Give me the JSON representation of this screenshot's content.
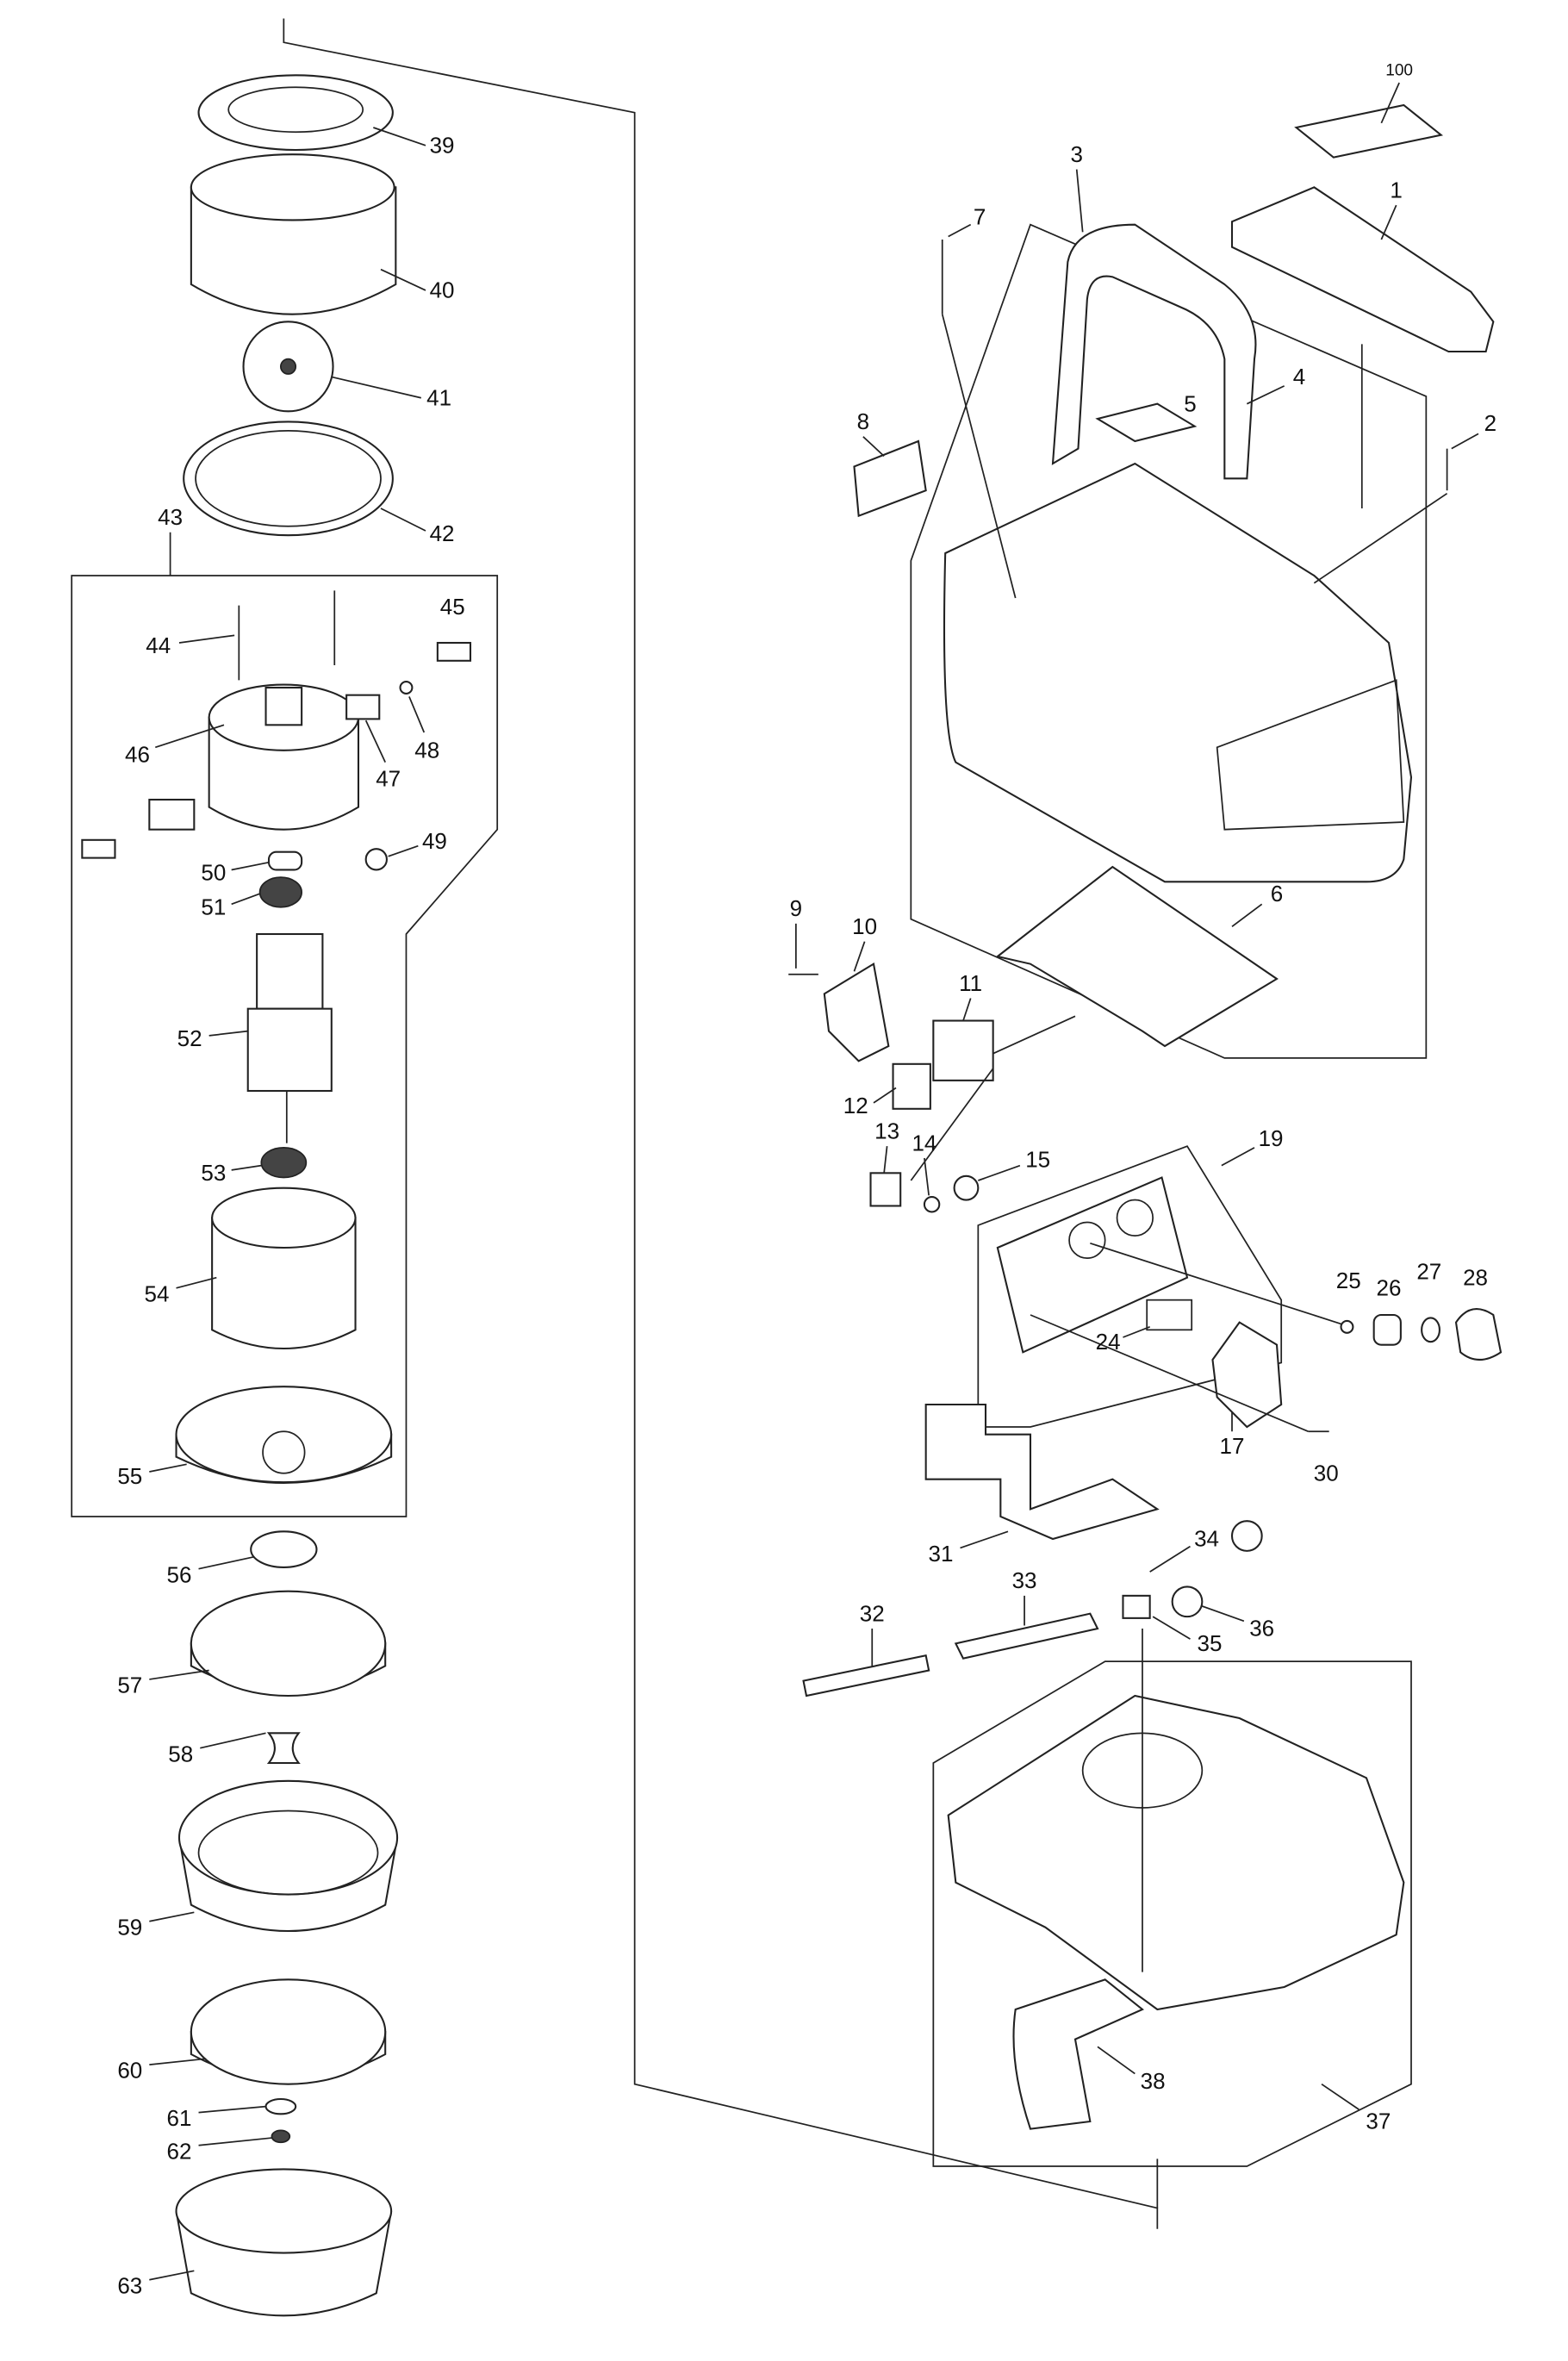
{
  "diagram": {
    "type": "exploded parts diagram",
    "line_color": "#222222",
    "part_labels": [
      "100",
      "1",
      "2",
      "3",
      "4",
      "5",
      "6",
      "7",
      "8",
      "9",
      "10",
      "11",
      "12",
      "13",
      "14",
      "15",
      "17",
      "19",
      "24",
      "25",
      "26",
      "27",
      "28",
      "30",
      "31",
      "32",
      "33",
      "34",
      "35",
      "36",
      "37",
      "38",
      "39",
      "40",
      "41",
      "42",
      "43",
      "44",
      "45",
      "46",
      "47",
      "48",
      "49",
      "50",
      "51",
      "52",
      "53",
      "54",
      "55",
      "56",
      "57",
      "58",
      "59",
      "60",
      "61",
      "62",
      "63"
    ]
  }
}
